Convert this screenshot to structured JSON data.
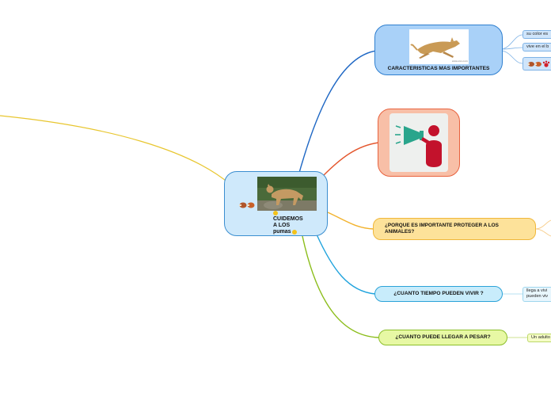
{
  "colors": {
    "central_fill": "#cfe9fb",
    "central_border": "#3b8ed0",
    "blue_node_fill": "#a9d1f8",
    "blue_node_border": "#2f7fcf",
    "salmon_fill": "#f8bfa7",
    "salmon_border": "#e8623e",
    "yellow_fill": "#fde29a",
    "yellow_border": "#f0b73a",
    "cyan_fill": "#c8ecfb",
    "cyan_border": "#2ca3d8",
    "green_fill": "#e7f8a4",
    "green_border": "#8cbf2a",
    "line_yellow": "#e8c62f",
    "line_blue": "#1e67c4",
    "line_orange": "#e4572e",
    "line_gold": "#f2b22c",
    "line_cyan": "#1fa3dd",
    "line_green": "#8bbd1a"
  },
  "central": {
    "title_lines": [
      "CUIDEMOS",
      "A LOS",
      "pumas"
    ],
    "icons": [
      "smile-emoji-icon",
      "meat-icon",
      "meat-icon"
    ]
  },
  "branches": {
    "characteristics": {
      "label": "CARACTERISTICAS MAS IMPORTANTES",
      "image_caption": "www.xxx.com"
    },
    "megaphone": {
      "icon": "megaphone-speaker-icon"
    },
    "why_protect": {
      "label": "¿PORQUE ES IMPORTANTE PROTEGER A LOS ANIMALES?"
    },
    "lifespan": {
      "label": "¿CUANTO TIEMPO PUEDEN VIVIR ?"
    },
    "weight": {
      "label": "¿CUANTO PUEDE LLEGAR A PESAR?"
    }
  },
  "leaves": {
    "color": "su color es",
    "habitat": "vive en el b",
    "icons_leaf": [
      "meat-icon",
      "meat-icon",
      "paw-icon"
    ],
    "lifespan_text": [
      "llega a vivi",
      "pueden viv"
    ],
    "weight_text": "Un adulto"
  }
}
